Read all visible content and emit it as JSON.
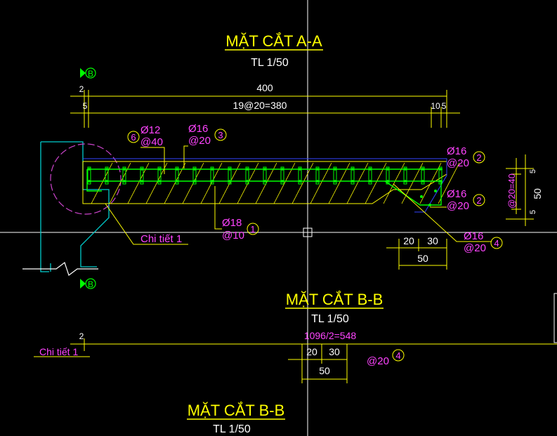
{
  "colors": {
    "background": "#000000",
    "title": "#ffff00",
    "dimension": "#ffff00",
    "dimension_text": "#ffffff",
    "annotation": "#ff44ff",
    "rebar": "#00ff00",
    "section_outline": "#ffff00",
    "concrete_cyan": "#00cccc",
    "crosshair": "#ffffff",
    "marker": "#00ff00",
    "detail_circle": "#cc44cc"
  },
  "section_aa": {
    "title": "MẶT CẮT A-A",
    "scale": "TL 1/50"
  },
  "section_bb": {
    "title": "MẶT CẮT B-B",
    "scale": "TL 1/50"
  },
  "section_bb_lower": {
    "title": "MẶT CẮT B-B",
    "scale": "TL 1/50"
  },
  "markers": {
    "top": "B",
    "bottom": "B"
  },
  "dimensions": {
    "left_small_top": "2",
    "left_small_mid": "5",
    "total_length": "400",
    "spacing": "19@20=380",
    "right_small": "10",
    "right_small_b": "5",
    "vertical_total": "50",
    "vertical_spacing": "@20=40",
    "vertical_small_top": "5",
    "vertical_small_bottom": "5",
    "bottom_20": "20",
    "bottom_30": "30",
    "bottom_50": "50",
    "lower_left": "2",
    "lower_spacing": "1096/2=548",
    "lower_20": "20",
    "lower_30": "30",
    "lower_50": "50"
  },
  "rebars": {
    "r6": {
      "id": "6",
      "dia": "Ø12",
      "spacing": "@40"
    },
    "r3": {
      "id": "3",
      "dia": "Ø16",
      "spacing": "@20"
    },
    "r2a": {
      "id": "2",
      "dia": "Ø16",
      "spacing": "@20"
    },
    "r2b": {
      "id": "2",
      "dia": "Ø16",
      "spacing": "@20"
    },
    "r1": {
      "id": "1",
      "dia": "Ø18",
      "spacing": "@10"
    },
    "r4": {
      "id": "4",
      "dia": "Ø16",
      "spacing": "@20"
    },
    "r4_lower": {
      "id": "4",
      "spacing": "@20"
    }
  },
  "detail_label": "Chi tiết 1",
  "detail_label_lower": "Chi tiết 1"
}
